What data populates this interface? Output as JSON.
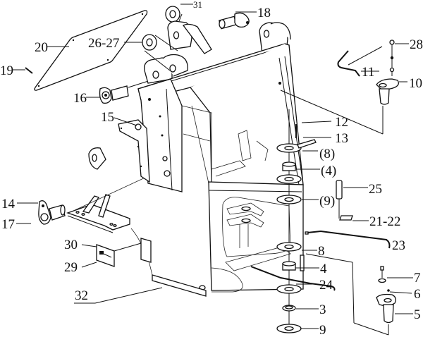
{
  "diagram": {
    "title": "Front frame exploded parts diagram",
    "callouts": [
      {
        "id": "c31",
        "label": "31"
      },
      {
        "id": "c18",
        "label": "18"
      },
      {
        "id": "c28",
        "label": "28"
      },
      {
        "id": "c20",
        "label": "20"
      },
      {
        "id": "c26_27",
        "label": "26-27"
      },
      {
        "id": "c19",
        "label": "19"
      },
      {
        "id": "c11",
        "label": "11"
      },
      {
        "id": "c10",
        "label": "10"
      },
      {
        "id": "c16",
        "label": "16"
      },
      {
        "id": "c15",
        "label": "15"
      },
      {
        "id": "c12",
        "label": "12"
      },
      {
        "id": "c13",
        "label": "13"
      },
      {
        "id": "c8p",
        "label": "(8)"
      },
      {
        "id": "c4p",
        "label": "(4)"
      },
      {
        "id": "c25",
        "label": "25"
      },
      {
        "id": "c9p",
        "label": "(9)"
      },
      {
        "id": "c14",
        "label": "14"
      },
      {
        "id": "c17",
        "label": "17"
      },
      {
        "id": "c21_22",
        "label": "21-22"
      },
      {
        "id": "c23",
        "label": "23"
      },
      {
        "id": "c30",
        "label": "30"
      },
      {
        "id": "c8",
        "label": "8"
      },
      {
        "id": "c29",
        "label": "29"
      },
      {
        "id": "c4",
        "label": "4"
      },
      {
        "id": "c7",
        "label": "7"
      },
      {
        "id": "c24",
        "label": "24"
      },
      {
        "id": "c6",
        "label": "6"
      },
      {
        "id": "c32",
        "label": "32"
      },
      {
        "id": "c3",
        "label": "3"
      },
      {
        "id": "c5",
        "label": "5"
      },
      {
        "id": "c9",
        "label": "9"
      }
    ]
  }
}
